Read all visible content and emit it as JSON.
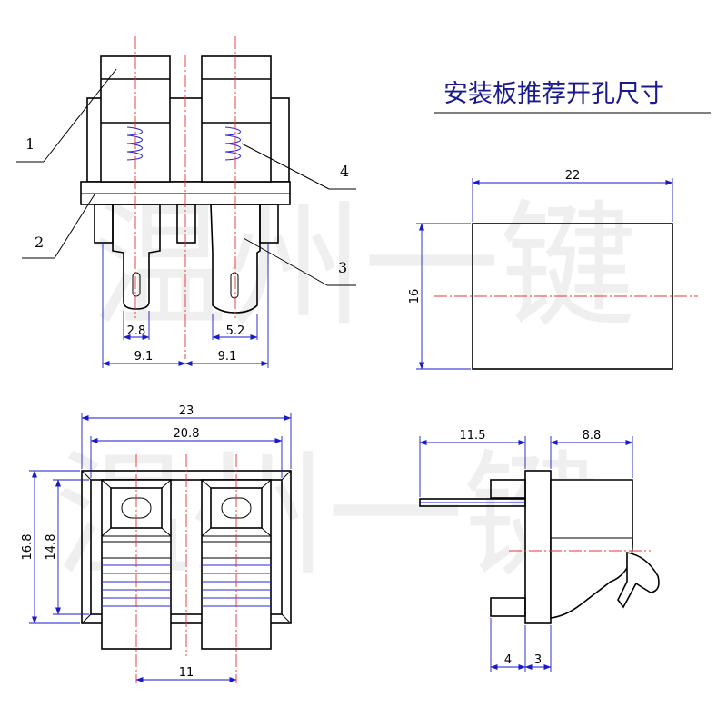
{
  "title": "安装板推荐开孔尺寸",
  "watermark": "温州一键",
  "part_labels": [
    "1",
    "2",
    "3",
    "4"
  ],
  "front_view": {
    "dims": [
      "2.8",
      "5.2",
      "9.1",
      "9.1"
    ]
  },
  "cutout": {
    "width": "22",
    "height": "16"
  },
  "bottom_view": {
    "dims": [
      "23",
      "20.8",
      "16.8",
      "14.8",
      "11"
    ]
  },
  "side_view": {
    "dims": [
      "11.5",
      "8.8",
      "4",
      "3"
    ]
  },
  "colors": {
    "outline": "#000000",
    "dimension": "#1a1acc",
    "centerline": "#e83030",
    "spring": "#2a2ad8",
    "title": "#1a1a8c"
  }
}
